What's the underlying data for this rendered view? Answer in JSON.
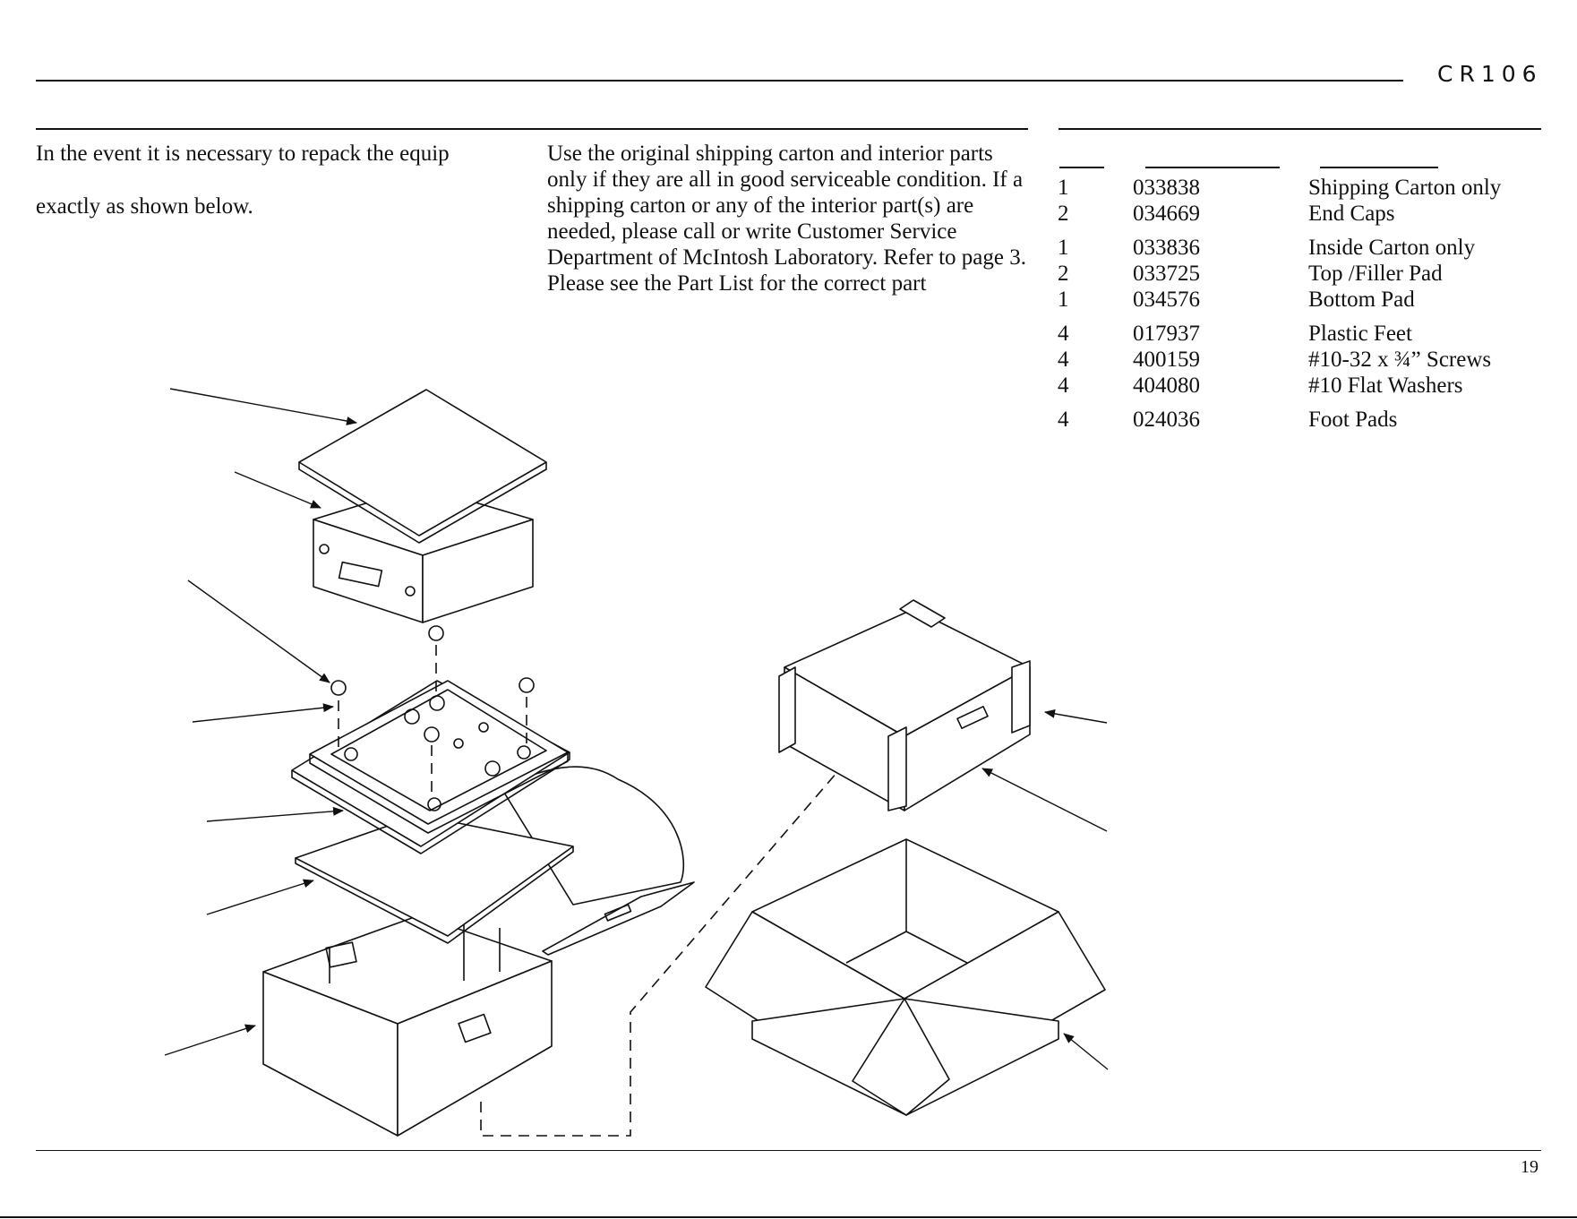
{
  "header": {
    "model": "CR106"
  },
  "intro": {
    "left_line1": "In the event it is necessary to repack the equip",
    "left_line2": "exactly as shown below.",
    "right_paragraph": "Use the original shipping carton and interior parts only if they are all in good serviceable condition. If a shipping carton or any of the interior part(s) are needed, please call or write Customer Service Department of McIntosh Laboratory. Refer to page 3. Please see the Part List for the correct part"
  },
  "parts_list": [
    {
      "qty": "1",
      "part": "033838",
      "desc": "Shipping Carton only"
    },
    {
      "qty": "2",
      "part": "034669",
      "desc": "End Caps"
    },
    {
      "qty": "1",
      "part": "033836",
      "desc": "Inside Carton only"
    },
    {
      "qty": "2",
      "part": "033725",
      "desc": "Top /Filler Pad"
    },
    {
      "qty": "1",
      "part": "034576",
      "desc": "Bottom Pad"
    },
    {
      "qty": "4",
      "part": "017937",
      "desc": "Plastic Feet"
    },
    {
      "qty": "4",
      "part": "400159",
      "desc": "#10-32 x ¾” Screws"
    },
    {
      "qty": "4",
      "part": "404080",
      "desc": "#10 Flat Washers"
    },
    {
      "qty": "4",
      "part": "024036",
      "desc": "Foot Pads"
    }
  ],
  "footer": {
    "page_number": "19"
  }
}
